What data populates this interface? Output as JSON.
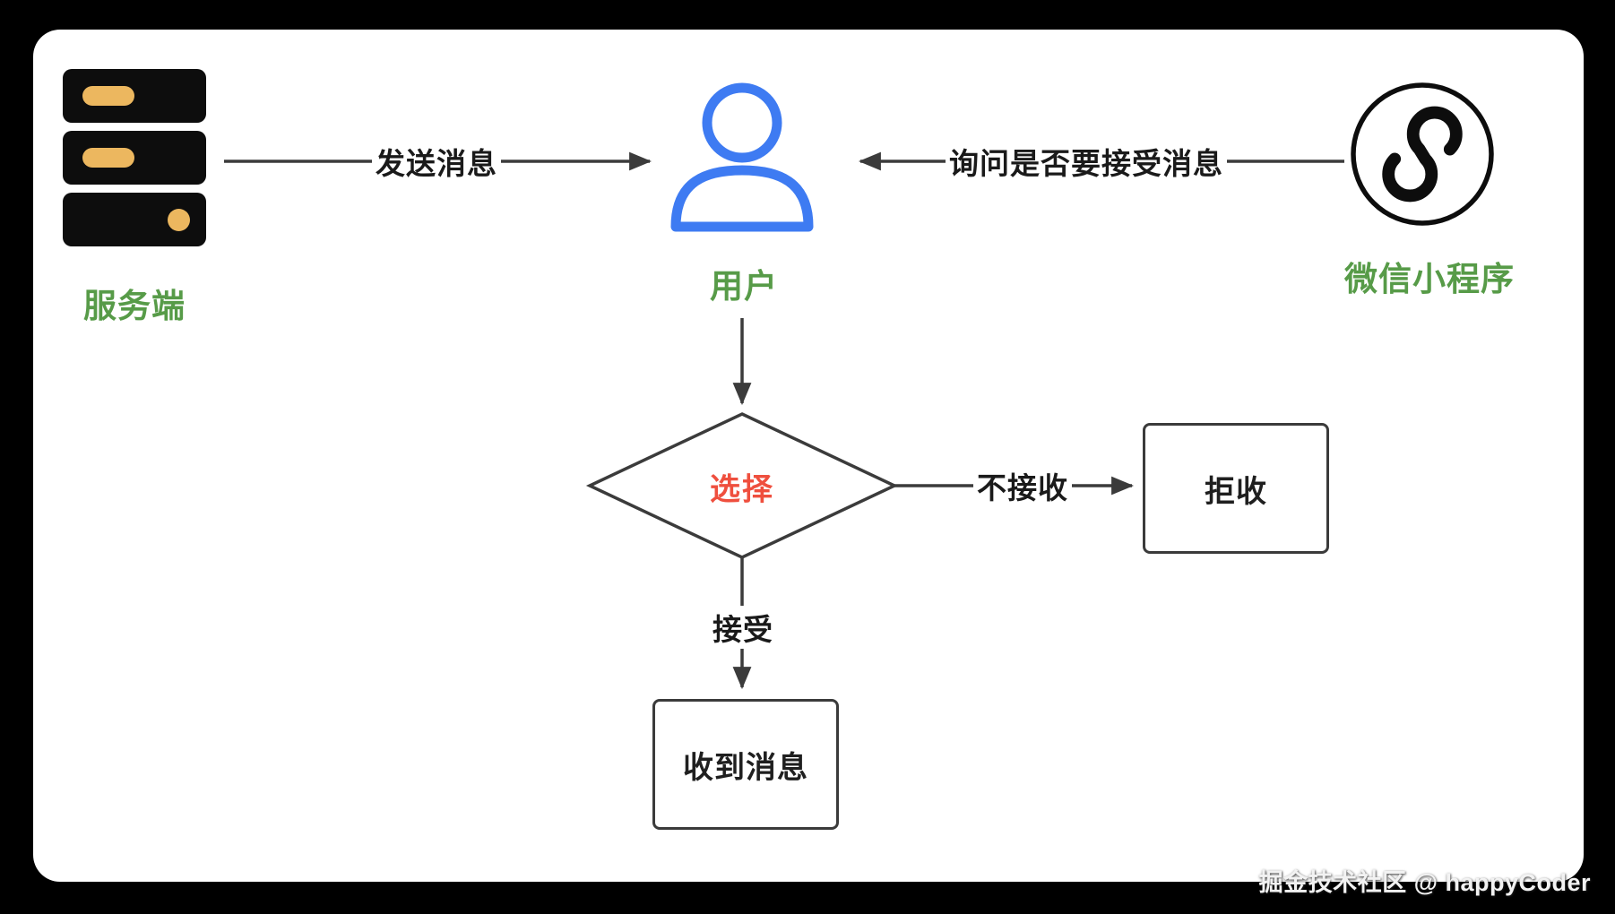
{
  "diagram": {
    "nodes": {
      "server": {
        "label": "服务端"
      },
      "user": {
        "label": "用户"
      },
      "miniprogram": {
        "label": "微信小程序"
      },
      "decision": {
        "label": "选择"
      },
      "reject": {
        "label": "拒收"
      },
      "received": {
        "label": "收到消息"
      }
    },
    "edges": {
      "send": {
        "label": "发送消息",
        "from": "server",
        "to": "user"
      },
      "ask": {
        "label": "询问是否要接受消息",
        "from": "miniprogram",
        "to": "user"
      },
      "choose": {
        "label": "",
        "from": "user",
        "to": "decision"
      },
      "not_accept": {
        "label": "不接收",
        "from": "decision",
        "to": "reject"
      },
      "accept": {
        "label": "接受",
        "from": "decision",
        "to": "received"
      }
    },
    "colors": {
      "label_green": "#579b48",
      "decision_red": "#ef4f3e",
      "user_blue": "#3e7bf2",
      "server_yellow": "#ecb75f",
      "line_dark": "#3b3b3b",
      "icon_black": "#0d0d0d",
      "background_frame": "#000000",
      "canvas": "#ffffff"
    }
  },
  "watermark": {
    "text": "掘金技术社区 @ happyCoder"
  }
}
